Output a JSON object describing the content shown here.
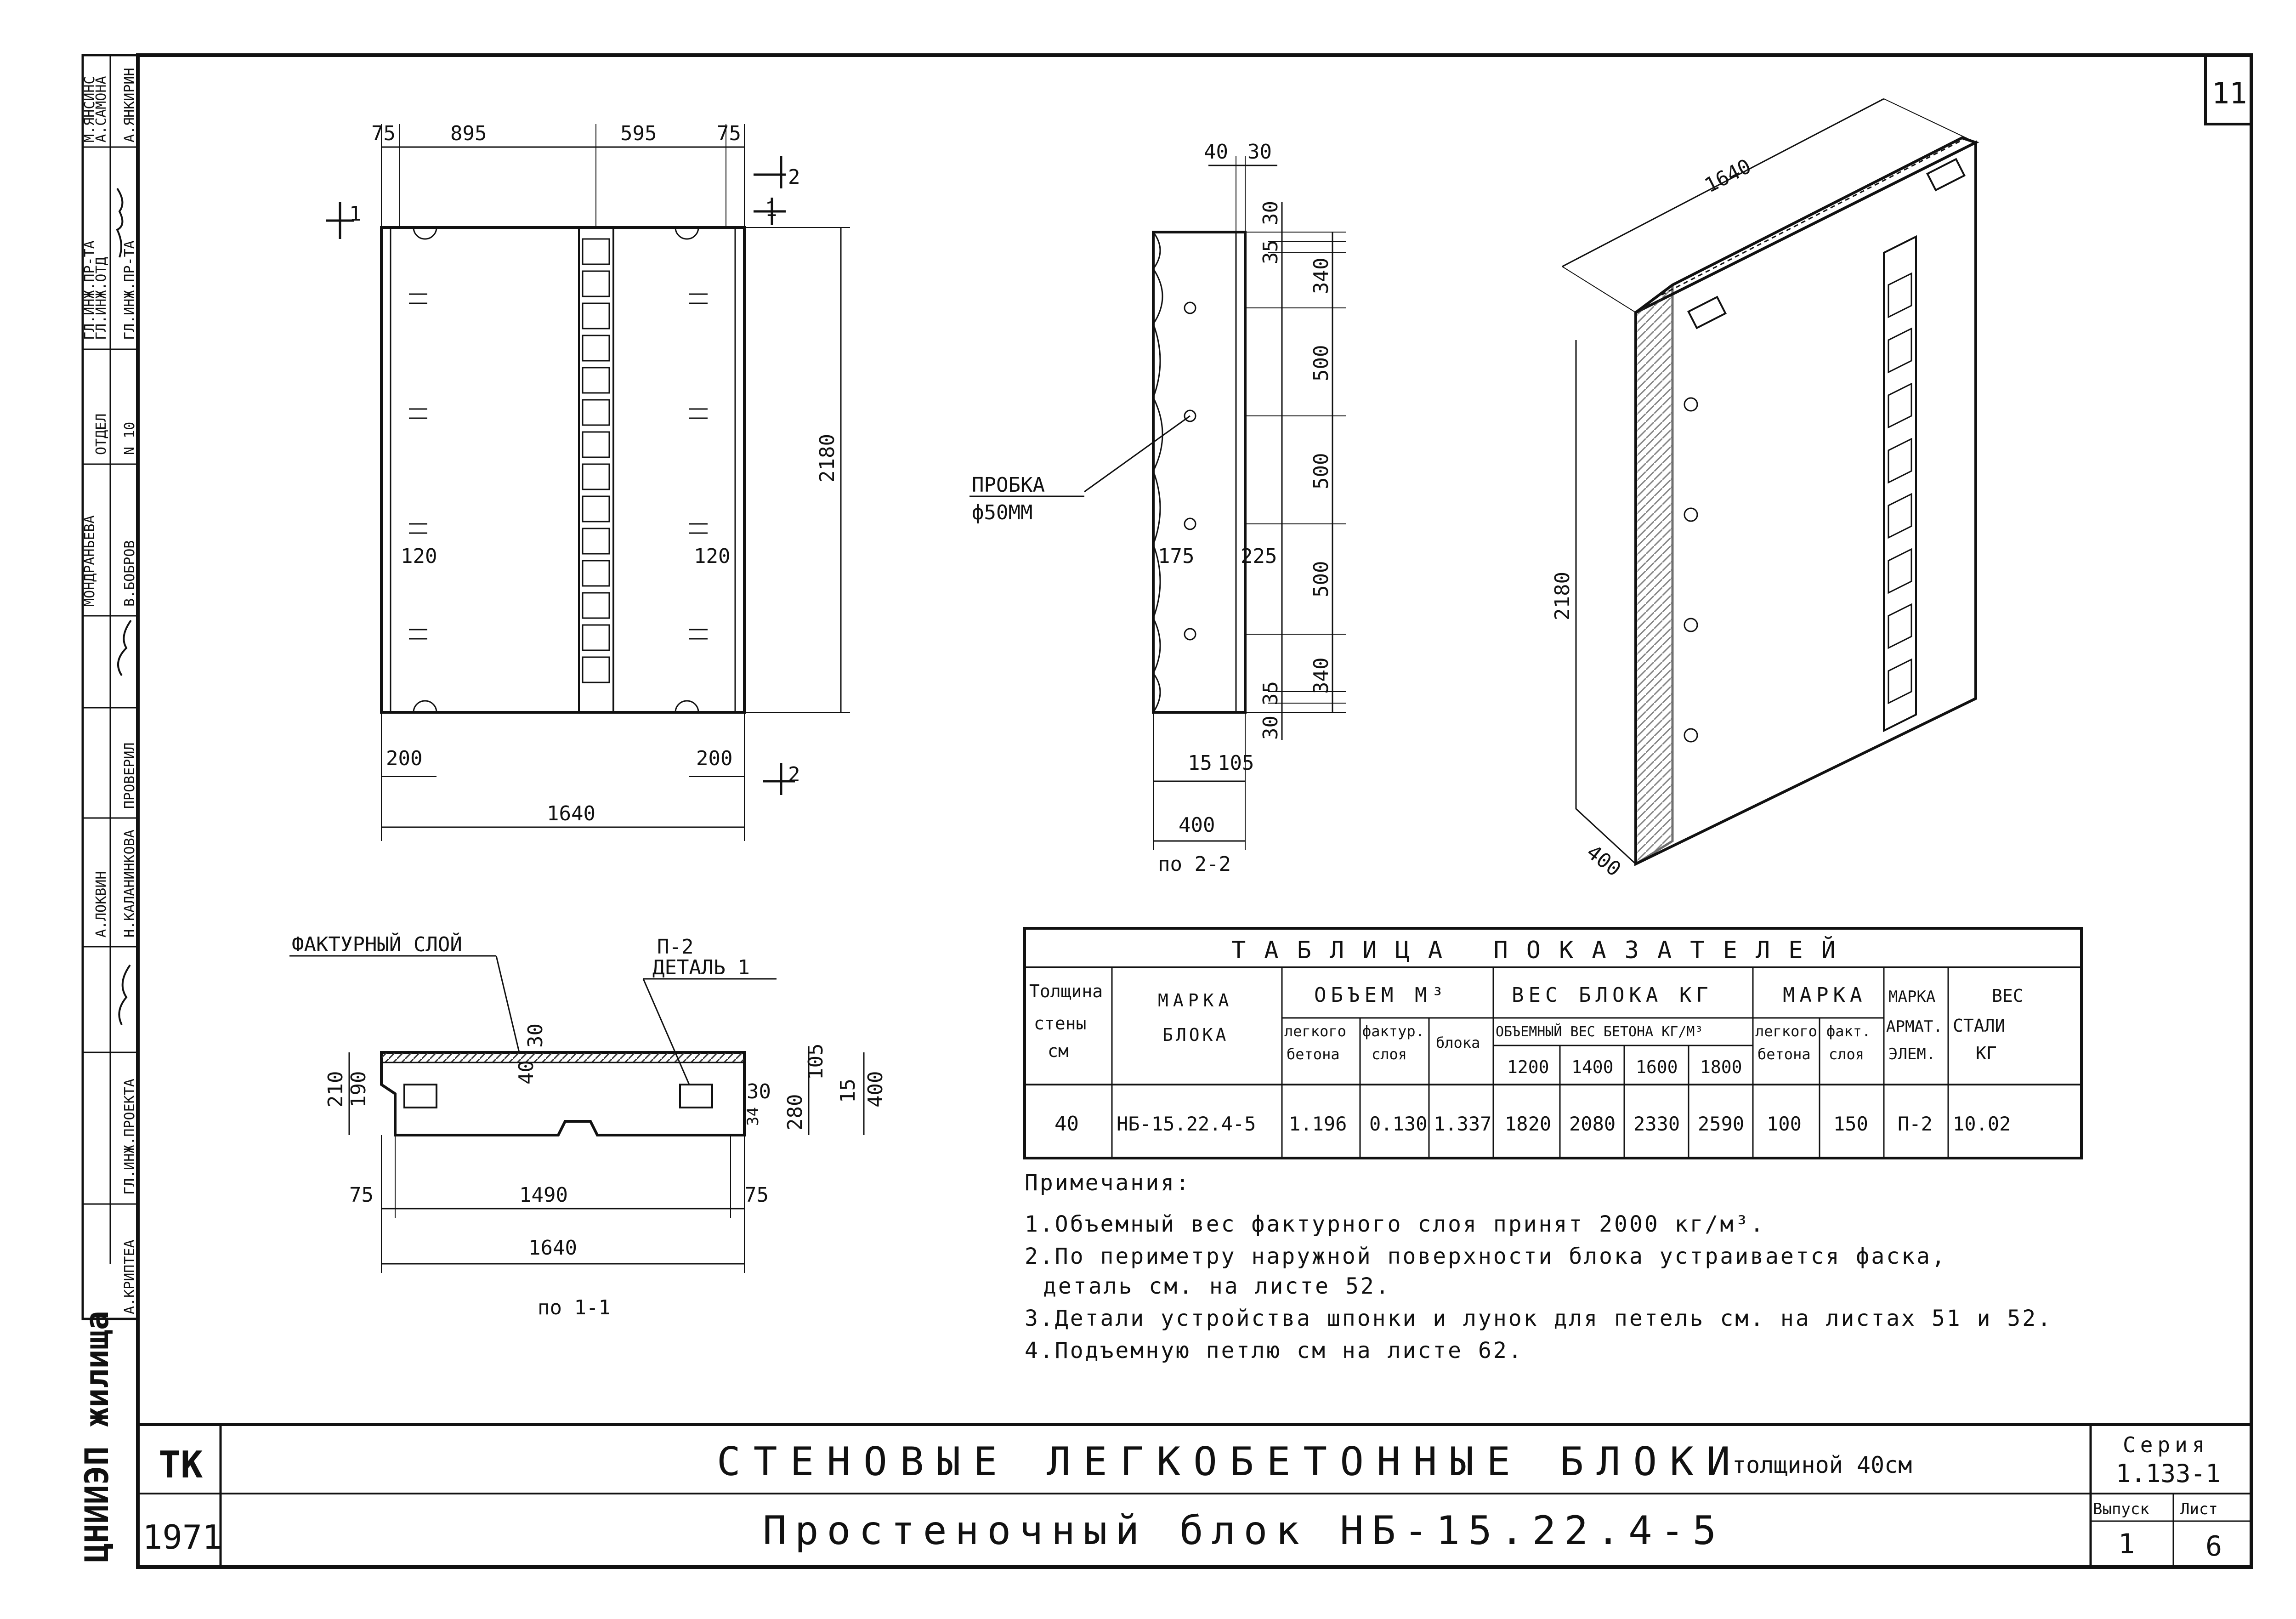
{
  "sheet": {
    "number": "11",
    "organization": "ЦНИИЭП жилища",
    "year": "1971",
    "tk": "ТК"
  },
  "title_block": {
    "title_line1": "СТЕНОВЫЕ ЛЕГКОБЕТОННЫЕ БЛОКИ",
    "title_suffix": "толщиной 40см",
    "title_line2": "Простеночный блок НБ-15.22.4-5",
    "series_label": "Серия",
    "series_value": "1.133-1",
    "issue_label": "Выпуск",
    "issue_value": "1",
    "sheet_label": "Лист",
    "sheet_value": "6"
  },
  "side_stamp": [
    "М.ЯНСИНС",
    "А.САМОНА",
    "А.ЯНКИРИН",
    "ГЛ.ИНЖ.ПР-ТА",
    "ГЛ.ИНЖ.ОТД",
    "ГЛ.ИНЖ.ПР-ТА",
    "ОТДЕЛ",
    "N 10",
    "МОНДРАНЬЕВА",
    "В.БОБРОВ",
    "ПРОВЕРИЛ",
    "А.ЛОКВИН",
    "Н.КАЛАНИНКОВА",
    "ГЛ.ИНЖ.ПРОЕКТА",
    "А.КРИПТЕА"
  ],
  "front_view": {
    "dims_top": [
      "75",
      "895",
      "595",
      "75"
    ],
    "height": "2180",
    "width": "1640",
    "bottom_left": "200",
    "bottom_right": "200",
    "inner_left": "120",
    "inner_right": "120",
    "section_1": "1",
    "section_2": "2"
  },
  "section_2_2": {
    "label": "по 2-2",
    "dims_top": [
      "40",
      "30"
    ],
    "dims_right": [
      "30",
      "35",
      "340",
      "500",
      "500",
      "500",
      "340",
      "35",
      "30"
    ],
    "width": "400",
    "bottom": [
      "15",
      "105"
    ],
    "mid": [
      "175",
      "225"
    ],
    "plug_label": "ПРОБКА",
    "plug_dia": "ф50ММ"
  },
  "iso_view": {
    "length": "1640",
    "height": "2180",
    "thickness": "400"
  },
  "section_1_1": {
    "label": "по 1-1",
    "facing_label": "ФАКТУРНЫЙ СЛОЙ",
    "detail_label": "П-2",
    "detail_ref": "ДЕТАЛЬ 1",
    "dims_left": [
      "210",
      "190"
    ],
    "dims_right": [
      "105",
      "15",
      "280",
      "400"
    ],
    "top": [
      "40",
      "30"
    ],
    "side_30": "30",
    "side_34": "34",
    "bottom": [
      "75",
      "1490",
      "75"
    ],
    "width": "1640"
  },
  "table": {
    "title": "ТАБЛИЦА ПОКАЗАТЕЛЕЙ",
    "h_thickness": [
      "Толщина",
      "стены",
      "см"
    ],
    "h_mark": [
      "МАРКА",
      "БЛОКА"
    ],
    "h_volume": "ОБЪЕМ М³",
    "h_volume_sub": [
      [
        "легкого",
        "бетона"
      ],
      [
        "фактур.",
        "слоя"
      ],
      [
        "блока"
      ]
    ],
    "h_weight": "ВЕС БЛОКА КГ",
    "h_weight_sub": "ОБЪЕМНЫЙ ВЕС БЕТОНА КГ/М³",
    "h_density": [
      "1200",
      "1400",
      "1600",
      "1800"
    ],
    "h_brand": "МАРКА",
    "h_brand_sub": [
      [
        "легкого",
        "бетона"
      ],
      [
        "факт.",
        "слоя"
      ]
    ],
    "h_arm": [
      "МАРКА",
      "АРМАТ.",
      "ЭЛЕМ."
    ],
    "h_steel": [
      "ВЕС",
      "СТАЛИ",
      "КГ"
    ],
    "row": [
      "40",
      "НБ-15.22.4-5",
      "1.196",
      "0.130",
      "1.337",
      "1820",
      "2080",
      "2330",
      "2590",
      "100",
      "150",
      "П-2",
      "10.02"
    ]
  },
  "notes": {
    "heading": "Примечания:",
    "items": [
      "1.Объемный вес фактурного слоя принят 2000 кг/м³.",
      "2.По периметру наружной поверхности блока устраивается фаска,",
      "деталь см. на листе 52.",
      "3.Детали устройства шпонки и лунок для петель см. на листах 51 и 52.",
      "4.Подъемную петлю см на листе 62."
    ]
  }
}
